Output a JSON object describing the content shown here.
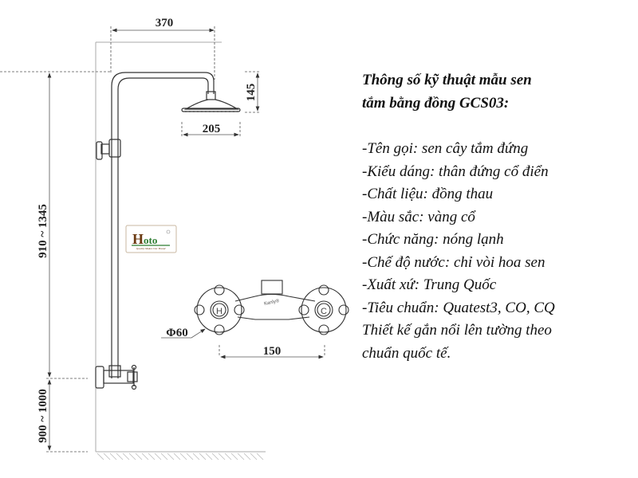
{
  "diagram": {
    "dimensions": {
      "arm_width": "370",
      "head_height": "145",
      "head_diameter": "205",
      "column_height": "910 ~ 1345",
      "mixer_height": "900 ~ 1000",
      "flange_diameter": "Φ60",
      "mixer_spacing": "150"
    },
    "mixer": {
      "hot_label": "H",
      "cold_label": "C",
      "brand": "Kanly®"
    },
    "logo": {
      "text": "Hoto",
      "tagline": "Quality Makes Our Brand"
    }
  },
  "spec": {
    "title_line1": "Thông số kỹ thuật mẫu sen",
    "title_line2": "tắm bằng đồng GCS03:",
    "items": [
      "-Tên gọi: sen cây tắm đứng",
      "-Kiểu dáng: thân đứng cổ điển",
      "-Chất liệu: đồng thau",
      "-Màu sắc: vàng cổ",
      "-Chức năng: nóng lạnh",
      "-Chế độ nước: chỉ vòi hoa sen",
      "-Xuất xứ: Trung Quốc",
      "-Tiêu chuẩn: Quatest3, CO, CQ",
      "Thiết kế gắn nổi lên tường theo",
      "chuẩn quốc tế."
    ]
  }
}
